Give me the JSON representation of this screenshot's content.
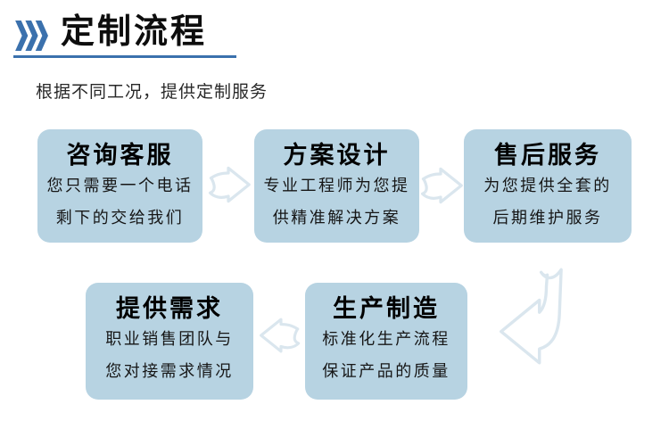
{
  "header": {
    "title": "定制流程",
    "chevrons_icon": "triple-chevron-right",
    "accent_color": "#3b71ad"
  },
  "subtitle": "根据不同工况，提供定制服务",
  "flow": {
    "card_fill_color": "#b7d3e2",
    "arrow_outline_color": "#dae6ee",
    "steps": [
      {
        "title": "咨询客服",
        "line1": "您只需要一个电话",
        "line2": "剩下的交给我们"
      },
      {
        "title": "方案设计",
        "line1": "专业工程师为您提",
        "line2": "供精准解决方案"
      },
      {
        "title": "售后服务",
        "line1": "为您提供全套的",
        "line2": "后期维护服务"
      },
      {
        "title": "提供需求",
        "line1": "职业销售团队与",
        "line2": "您对接需求情况"
      },
      {
        "title": "生产制造",
        "line1": "标准化生产流程",
        "line2": "保证产品的质量"
      }
    ],
    "arrows": [
      {
        "icon": "arrow-right-icon"
      },
      {
        "icon": "arrow-right-icon"
      },
      {
        "icon": "arrow-down-left-icon"
      },
      {
        "icon": "arrow-left-icon"
      }
    ]
  }
}
